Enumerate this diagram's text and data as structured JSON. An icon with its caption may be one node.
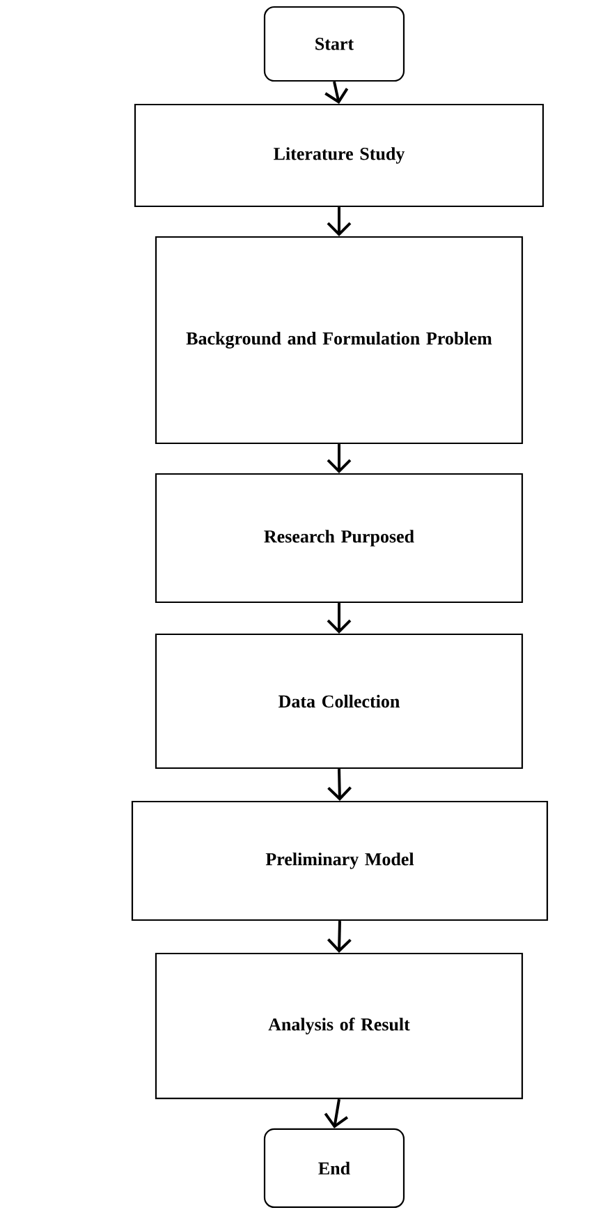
{
  "diagram": {
    "nodes": [
      {
        "text": [
          "Start"
        ]
      },
      {
        "text": [
          "Literature Study"
        ]
      },
      {
        "text": [
          "Background and Formulation Problem"
        ]
      },
      {
        "text": [
          "Research Purposed"
        ]
      },
      {
        "text": [
          "Data Collection"
        ]
      },
      {
        "text": [
          "Preliminary Model"
        ]
      },
      {
        "text": [
          "Analysis of Result"
        ]
      },
      {
        "text": [
          "End"
        ]
      }
    ],
    "edges": [
      {
        "from": 0,
        "to": 1,
        "arrow": "to"
      },
      {
        "from": 1,
        "to": 2,
        "arrow": "to"
      },
      {
        "from": 2,
        "to": 3,
        "arrow": "to"
      },
      {
        "from": 3,
        "to": 4,
        "arrow": "to"
      },
      {
        "from": 4,
        "to": 5,
        "arrow": "to"
      },
      {
        "from": 5,
        "to": 6,
        "arrow": "to"
      },
      {
        "from": 6,
        "to": 7,
        "arrow": "to"
      }
    ]
  }
}
